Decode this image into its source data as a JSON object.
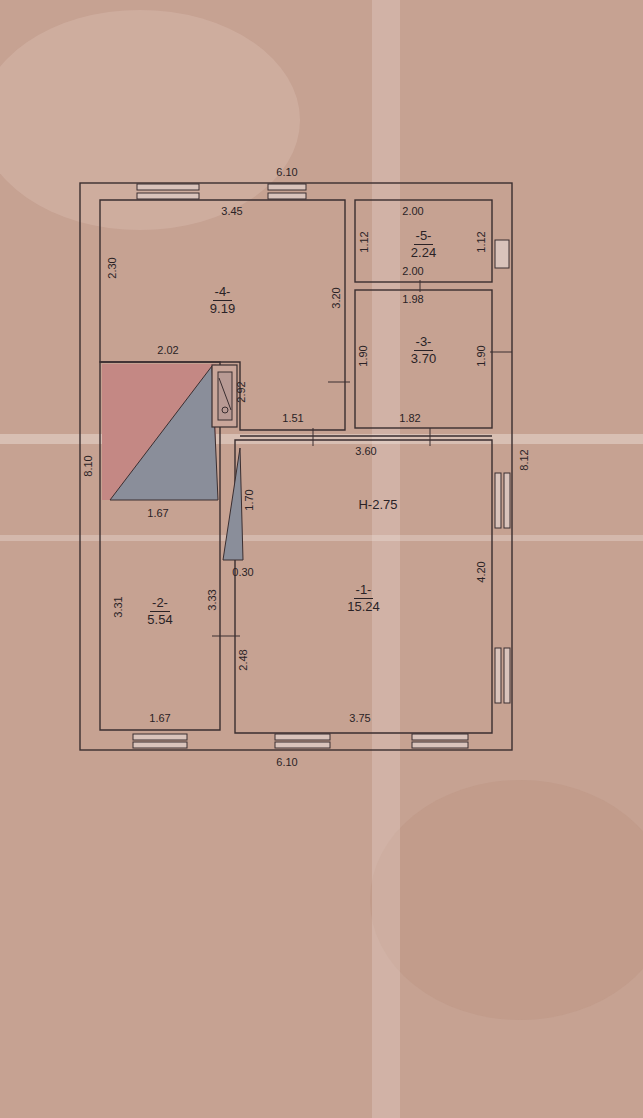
{
  "diagram": {
    "nodes": [
      {
        "text": [
          "-4-",
          "9.19"
        ]
      },
      {
        "text": [
          "-5-",
          "2.24"
        ]
      },
      {
        "text": [
          "-3-",
          "3.70"
        ]
      },
      {
        "text": [
          "-1-",
          "15.24"
        ]
      },
      {
        "text": [
          "-2-",
          "5.54"
        ]
      }
    ],
    "labels": [
      "6.10",
      "3.45",
      "2.30",
      "3.20",
      "2.02",
      "2.92",
      "1.51",
      "2.00",
      "1.12",
      "1.12",
      "2.00",
      "1.98",
      "1.90",
      "1.90",
      "1.82",
      "3.60",
      "8.10",
      "8.12",
      "H-2.75",
      "1.67",
      "1.70",
      "0.30",
      "3.31",
      "3.33",
      "2.48",
      "4.20",
      "1.67",
      "3.75",
      "6.10"
    ]
  }
}
